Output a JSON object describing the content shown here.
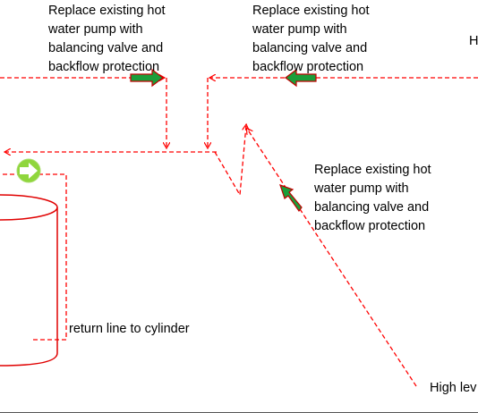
{
  "labels": {
    "pump_top_left": "Replace existing hot\nwater pump with\nbalancing valve and\nbackflow protection",
    "pump_top_right": "Replace existing hot\nwater pump with\nbalancing valve and\nbackflow protection",
    "pump_right": "Replace existing hot\nwater pump with\nbalancing valve and\nbackflow protection",
    "return_line": "return line to cylinder",
    "top_right_cut": "H",
    "bottom_right_cut": "High lev"
  },
  "colors": {
    "pipe": "#ff0000",
    "arrow_fill": "#1a9e3a",
    "arrow_outline": "#c00000",
    "circle_fill": "#8fd63c",
    "cylinder": "#e00000"
  }
}
